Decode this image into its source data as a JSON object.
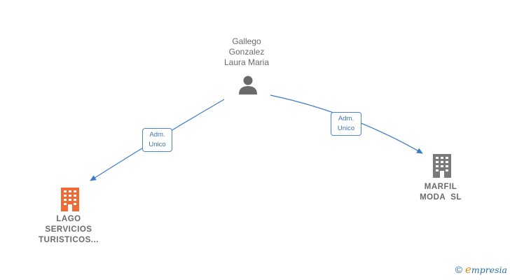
{
  "nodes": {
    "person": {
      "lines": [
        "Gallego",
        "Gonzalez",
        "Laura Maria"
      ],
      "icon": "person-icon",
      "color": "#6a6a6a"
    },
    "company_lago": {
      "lines": [
        "LAGO",
        "SERVICIOS",
        "TURISTICOS..."
      ],
      "icon": "building-icon",
      "color": "#f06a35"
    },
    "company_marfil": {
      "lines": [
        "MARFIL",
        "MODA  SL"
      ],
      "icon": "building-icon",
      "color": "#7a7a7a"
    }
  },
  "edges": {
    "to_lago": {
      "lines": [
        "Adm.",
        "Unico"
      ]
    },
    "to_marfil": {
      "lines": [
        "Adm.",
        "Unico"
      ]
    }
  },
  "edge_color": "#3d7dc8",
  "footer": {
    "copyright": "©",
    "brand_first": "e",
    "brand_rest": "mpresia"
  }
}
